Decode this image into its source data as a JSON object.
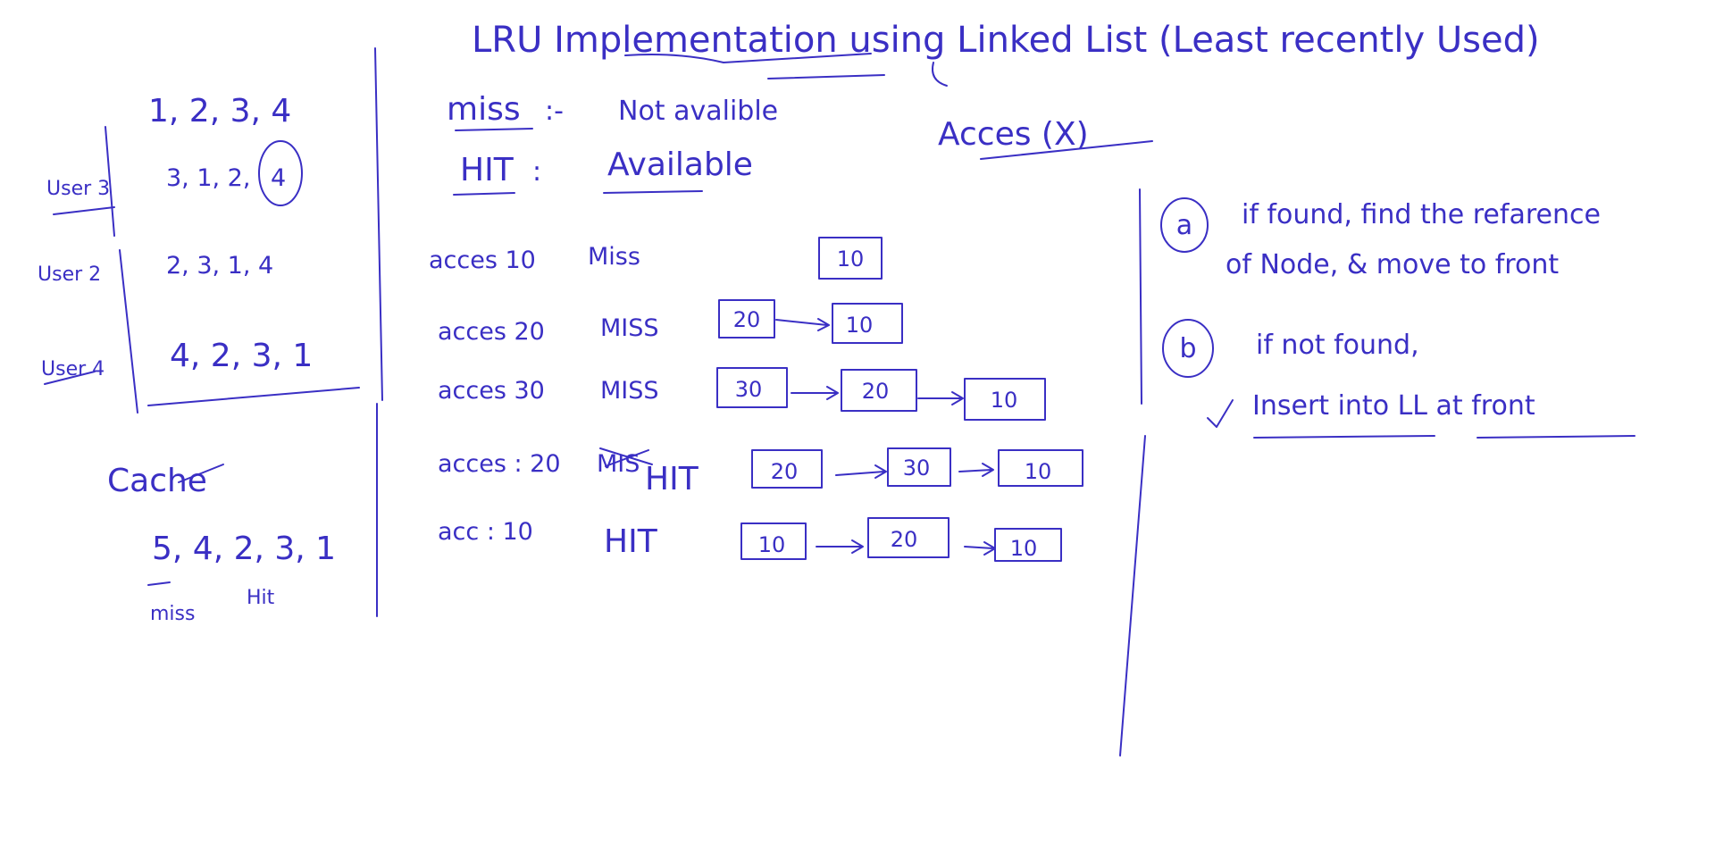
{
  "title": "LRU Implementation using Linked List (Least recently Used)",
  "access_x": "Acces (X)",
  "definitions": {
    "miss_term": "miss",
    "miss_sep": ":-",
    "miss_desc": "Not avalible",
    "hit_term": "HIT",
    "hit_sep": ":",
    "hit_desc": "Available"
  },
  "left_panel": {
    "initial": "1, 2, 3, 4",
    "rows": [
      {
        "user": "User 3",
        "order": "3, 1, 2,",
        "circled": "4"
      },
      {
        "user": "User 2",
        "order": "2, 3, 1, 4"
      },
      {
        "user": "User 4",
        "order": "4, 2, 3, 1"
      }
    ],
    "cache_label": "Cache",
    "cache_seq": "5, 4, 2, 3, 1",
    "miss_note": "miss",
    "hit_note": "Hit"
  },
  "accesses": [
    {
      "label": "acces 10",
      "result": "Miss",
      "nodes": [
        "10"
      ]
    },
    {
      "label": "acces 20",
      "result": "MISS",
      "nodes": [
        "20",
        "10"
      ]
    },
    {
      "label": "acces 30",
      "result": "MISS",
      "nodes": [
        "30",
        "20",
        "10"
      ]
    },
    {
      "label": "acces : 20",
      "result_struck": "MIS",
      "result": "HIT",
      "nodes": [
        "20",
        "30",
        "10"
      ]
    },
    {
      "label": "acc : 10",
      "result": "HIT",
      "nodes": [
        "10",
        "20",
        "10"
      ]
    }
  ],
  "rules": [
    {
      "marker": "a",
      "text_line1": "if found, find the refarence",
      "text_line2": "of Node, & move to front"
    },
    {
      "marker": "b",
      "text_line1": "if not found,",
      "text_line2": "Insert into LL at front"
    }
  ],
  "colors": {
    "ink": "#3a2fc4",
    "background": "#ffffff"
  }
}
